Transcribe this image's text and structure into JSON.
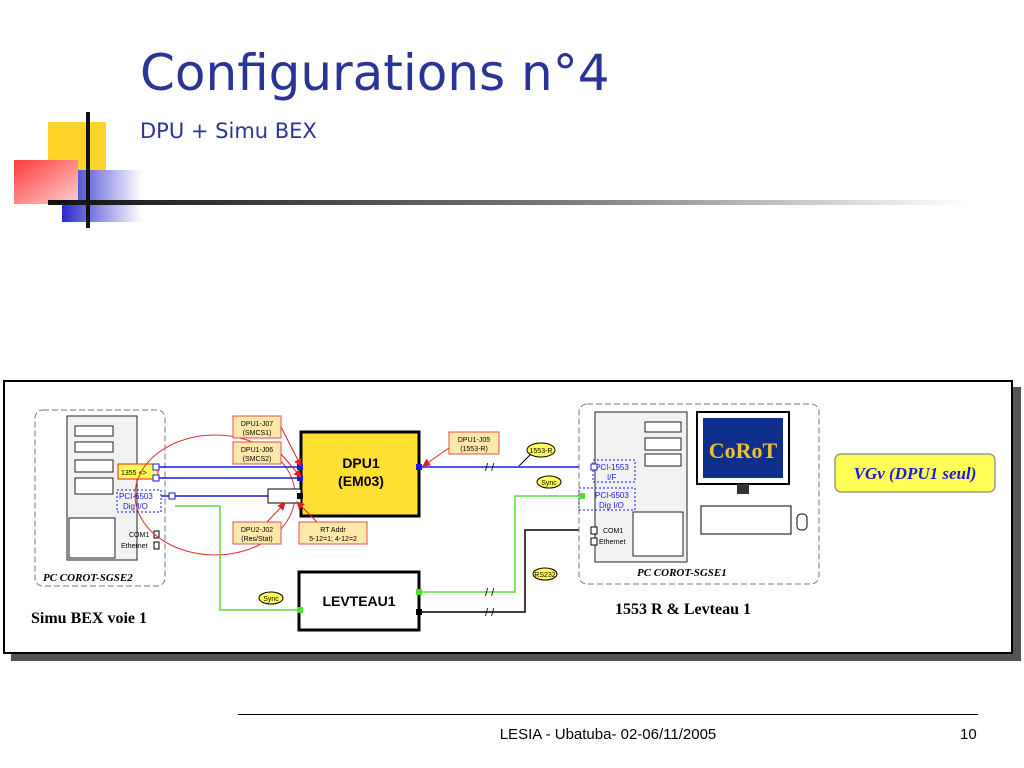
{
  "slide": {
    "title": "Configurations n°4",
    "subtitle": "DPU + Simu BEX",
    "footer": "LESIA - Ubatuba- 02-06/11/2005",
    "page_number": "10"
  },
  "colors": {
    "title": "#2b3397",
    "deco_yellow": "#ffd42a",
    "deco_red": "#ff4a4a",
    "deco_blue": "#3333cc",
    "dpu_fill": "#ffe033",
    "link_blue": "#1a1adf",
    "link_green": "#55dd33",
    "callout_fill": "#ffe9a8",
    "callout_border": "#e05050"
  },
  "diagram": {
    "left_pc": {
      "name": "PC COROT-SGSE2",
      "caption": "Simu BEX voie 1",
      "port_1355": "1355 <>",
      "pci_label_1": "PCI-6503",
      "pci_label_2": "Dig  I/O",
      "com": "COM1",
      "ethernet": "Ethernet"
    },
    "right_pc": {
      "name": "PC COROT-SGSE1",
      "caption": "1553 R & Levteau 1",
      "pci1553_1": "PCI-1553",
      "pci1553_2": "I/F",
      "pci6503_1": "PCI-6503",
      "pci6503_2": "Dig  I/O",
      "com": "COM1",
      "ethernet": "Ethernet",
      "logo": "CoRoT"
    },
    "dpu": {
      "line1": "DPU1",
      "line2": "(EM03)"
    },
    "levteau": "LEVTEAU1",
    "vgv": "VGv (DPU1 seul)",
    "callouts": {
      "j07_1": "DPU1-J07",
      "j07_2": "(SMCS1)",
      "j06_1": "DPU1-J06",
      "j06_2": "(SMCS2)",
      "j02_1": "DPU2-J02",
      "j02_2": "(Res/Stat)",
      "rt_1": "RT Addr",
      "rt_2": "5-12=1; 4-12=2",
      "j05_1": "DPU1-J05",
      "j05_2": "(1553-R)"
    },
    "tags": {
      "r1553": "1553-R",
      "sync_top": "Sync",
      "sync_left": "Sync",
      "rs232": "RS232"
    },
    "breaks": [
      "/ /",
      "/ /",
      "/ /"
    ]
  }
}
